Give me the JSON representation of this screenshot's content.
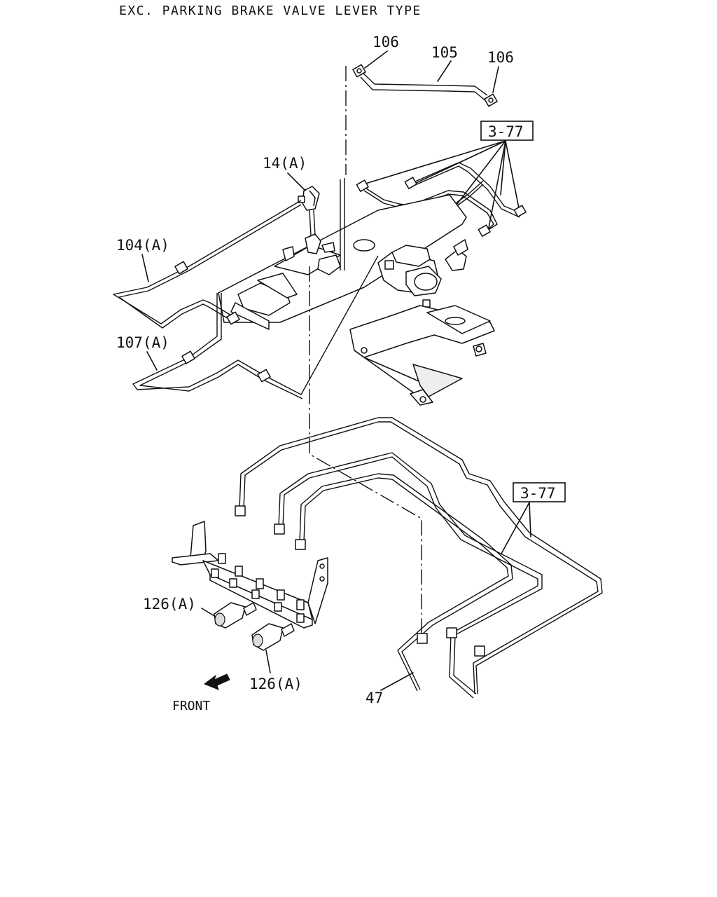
{
  "title": "EXC. PARKING BRAKE VALVE LEVER TYPE",
  "callouts": {
    "c106_left": "106",
    "c105": "105",
    "c106_right": "106",
    "ref_top": "3-77",
    "c14a": "14(A)",
    "c104a": "104(A)",
    "c107a": "107(A)",
    "ref_bottom": "3-77",
    "c126a_upper": "126(A)",
    "c126a_lower": "126(A)",
    "c47": "47"
  },
  "front_label": "FRONT",
  "icons": {
    "front_arrow": "front-arrow-icon"
  }
}
